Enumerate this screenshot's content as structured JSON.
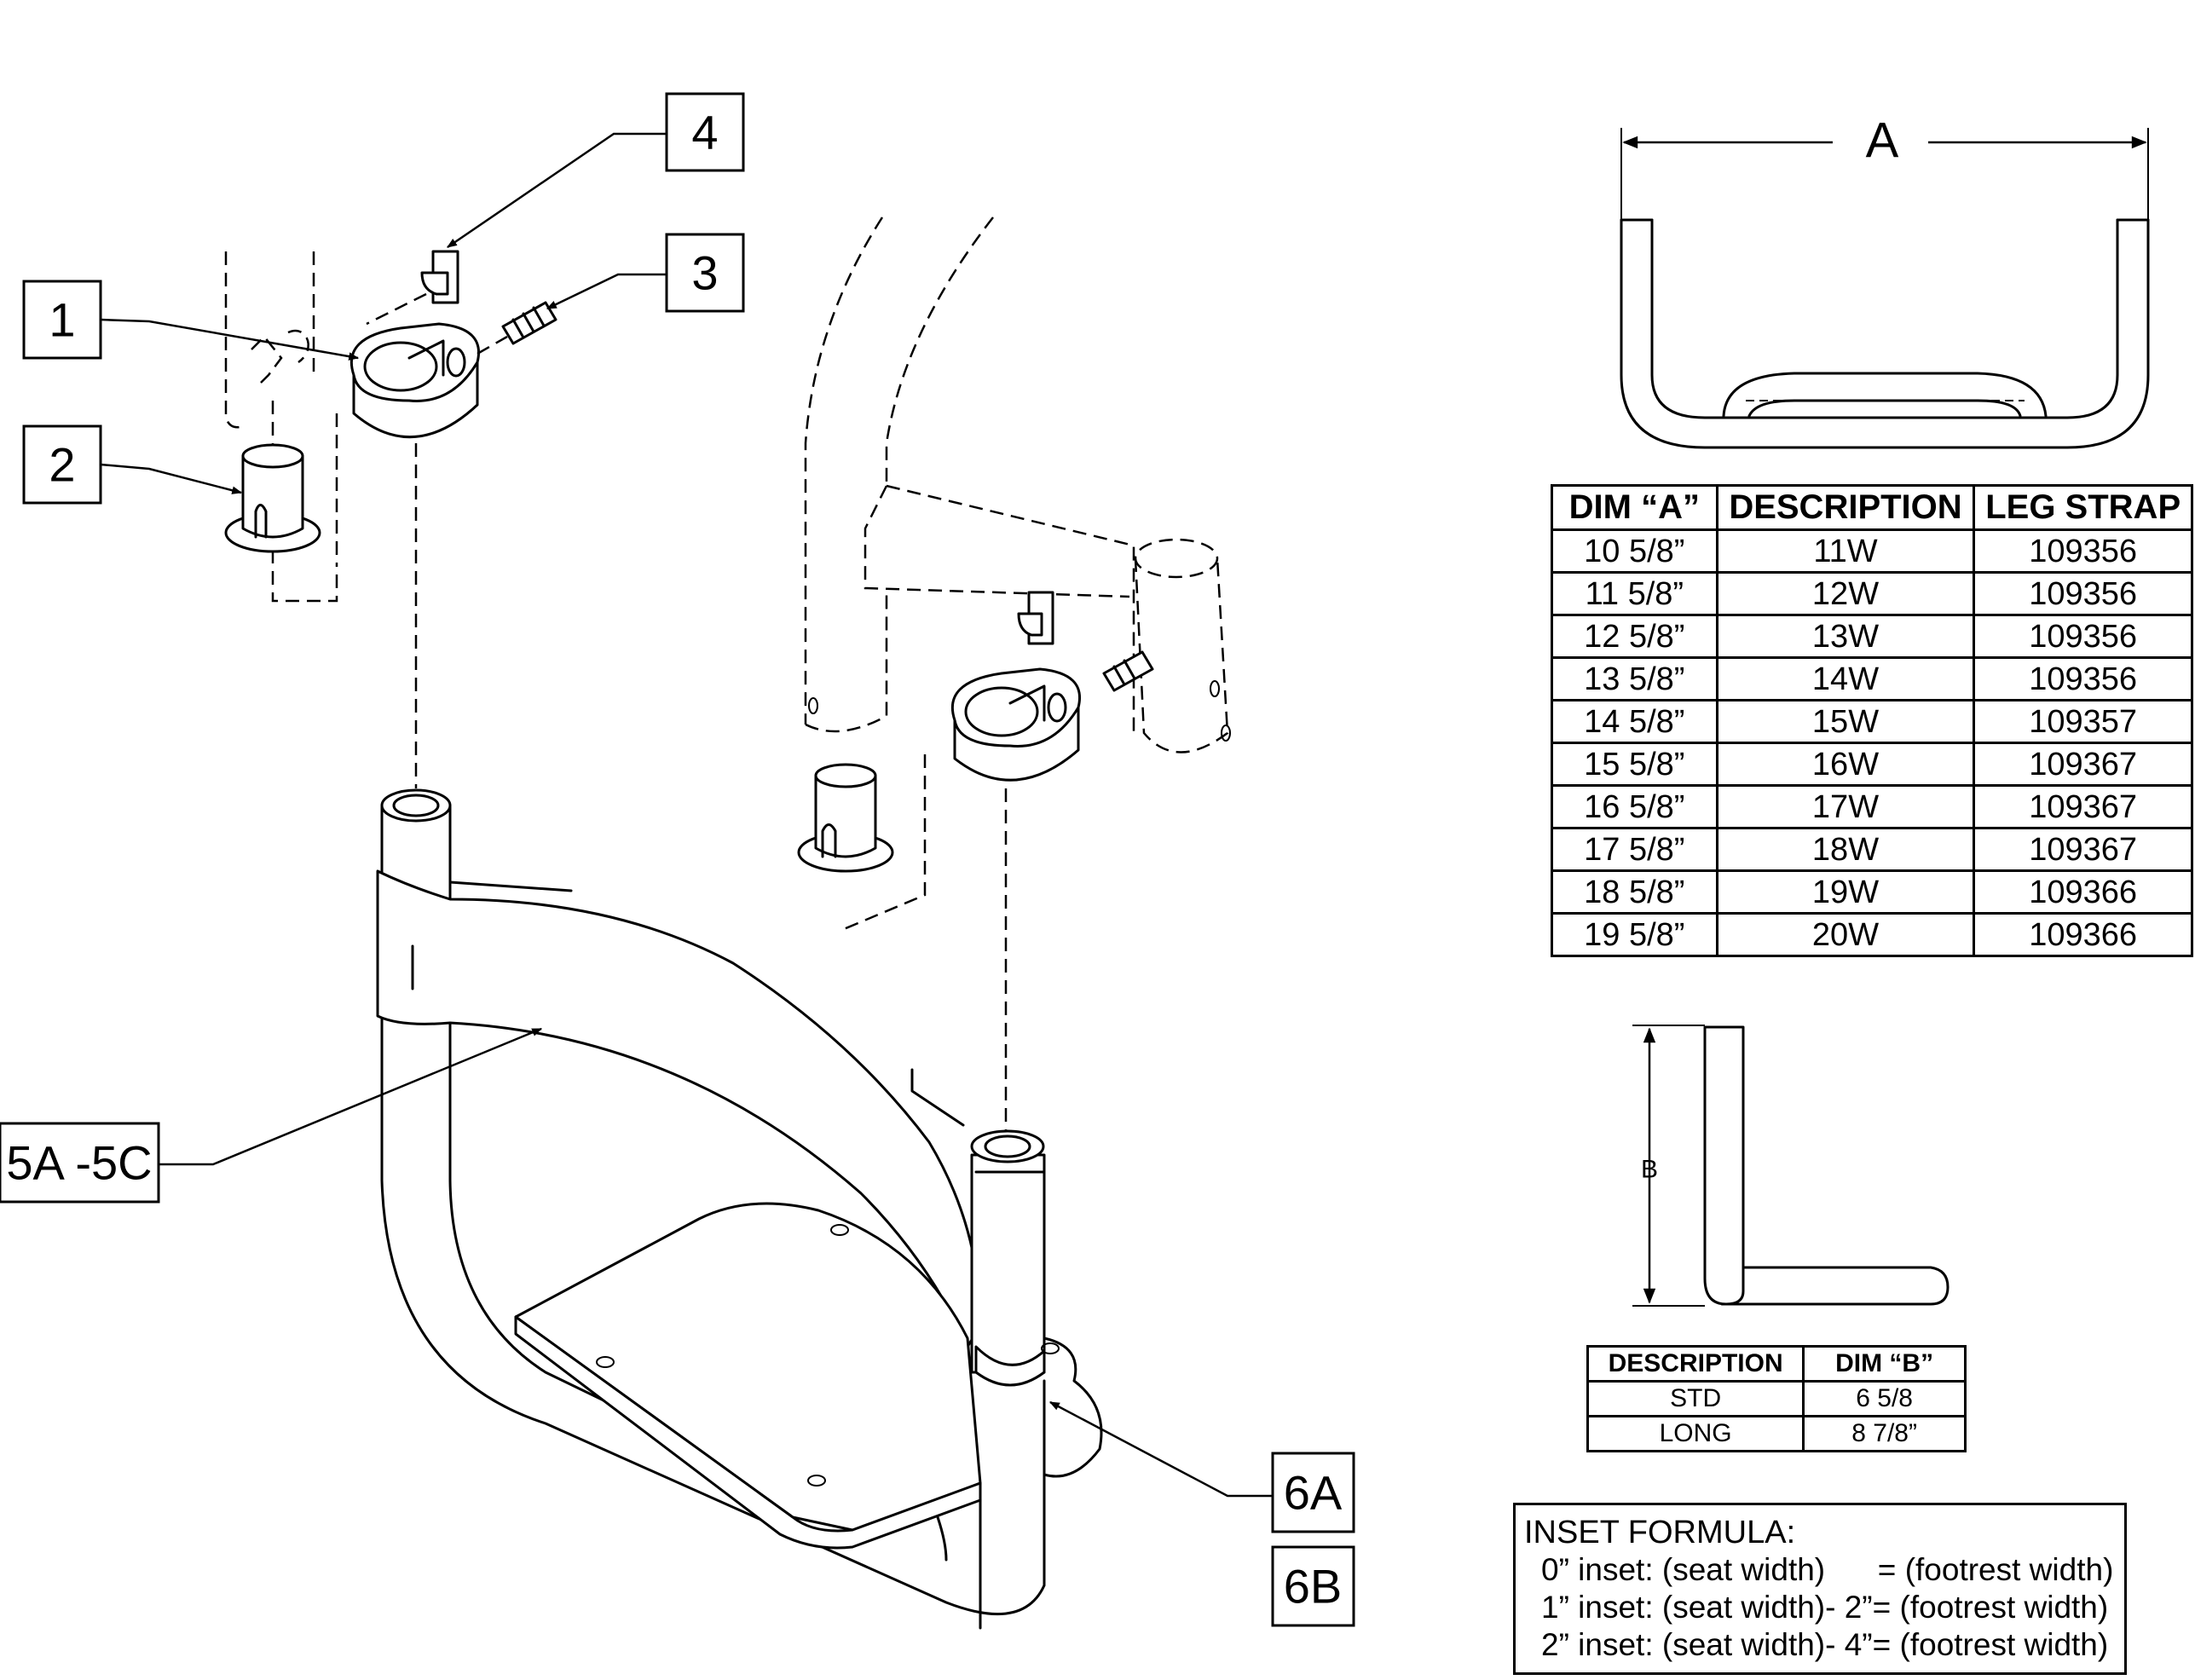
{
  "callouts": {
    "c1": "1",
    "c2": "2",
    "c3": "3",
    "c4": "4",
    "c5": "5A -5C",
    "c6a": "6A",
    "c6b": "6B"
  },
  "dimension_labels": {
    "width": "A",
    "height": "B"
  },
  "width_table": {
    "headers": [
      "DIM “A”",
      "DESCRIPTION",
      "LEG STRAP"
    ],
    "rows": [
      [
        "10 5/8”",
        "11W",
        "109356"
      ],
      [
        "11 5/8”",
        "12W",
        "109356"
      ],
      [
        "12 5/8”",
        "13W",
        "109356"
      ],
      [
        "13 5/8”",
        "14W",
        "109356"
      ],
      [
        "14 5/8”",
        "15W",
        "109357"
      ],
      [
        "15 5/8”",
        "16W",
        "109367"
      ],
      [
        "16 5/8”",
        "17W",
        "109367"
      ],
      [
        "17 5/8”",
        "18W",
        "109367"
      ],
      [
        "18 5/8”",
        "19W",
        "109366"
      ],
      [
        "19 5/8”",
        "20W",
        "109366"
      ]
    ]
  },
  "height_table": {
    "headers": [
      "DESCRIPTION",
      "DIM “B”"
    ],
    "rows": [
      [
        "STD",
        "6 5/8"
      ],
      [
        "LONG",
        "8 7/8”"
      ]
    ]
  },
  "inset_formula": {
    "title": "INSET FORMULA:",
    "lines": [
      "0” inset: (seat width)      = (footrest width)",
      "1” inset: (seat width)- 2”= (footrest width)",
      "2” inset: (seat width)- 4”= (footrest width)"
    ]
  }
}
